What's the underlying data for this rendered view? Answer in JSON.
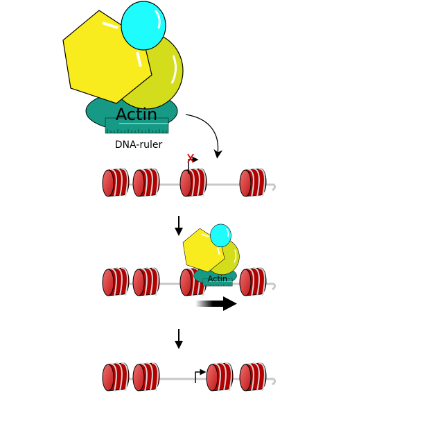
{
  "labels": {
    "actin_large": "Actin",
    "ruler_caption": "DNA-ruler",
    "actin_small": "Actin"
  },
  "colors": {
    "hexagon": "#f9ec1e",
    "globule": "#d4dd1c",
    "cyan": "#1ffcfe",
    "actin": "#169a85",
    "nucleosome": "#b30000",
    "dna": "#c8c8c8",
    "blocked": "#e00000"
  }
}
